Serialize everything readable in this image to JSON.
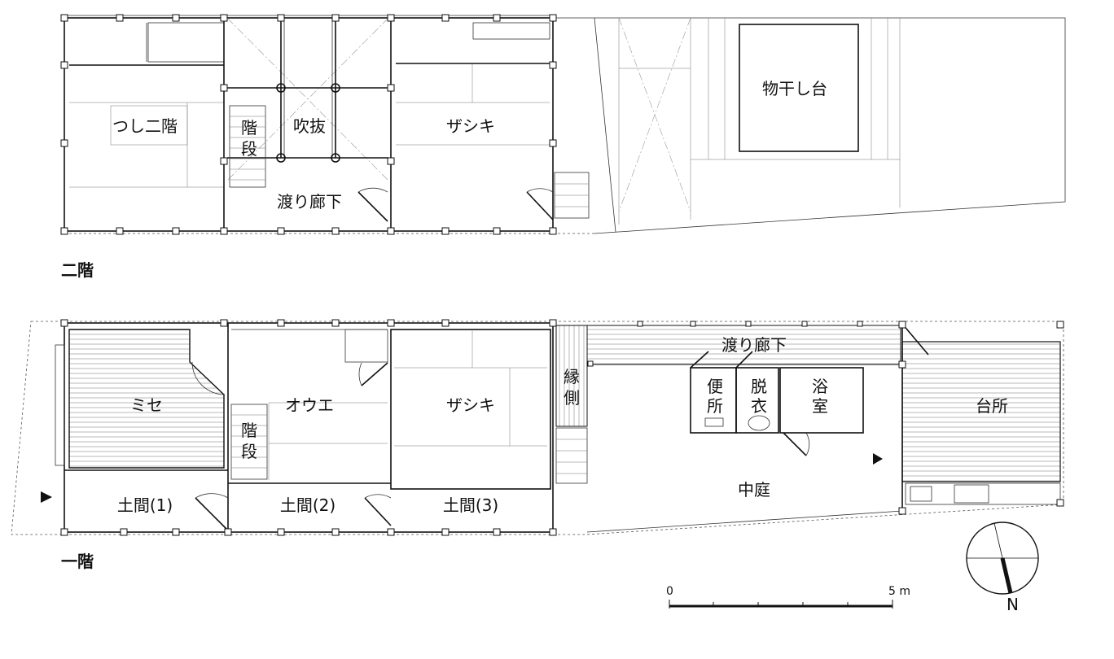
{
  "sections": {
    "upper_floor": "二階",
    "ground_floor": "一階"
  },
  "upper_rooms": {
    "tsushi_nikai": "つし二階",
    "stairs_line1": "階",
    "stairs_line2": "段",
    "fukinuke": "吹抜",
    "zashiki": "ザシキ",
    "corridor": "渡り廊下",
    "drying_deck": "物干し台"
  },
  "ground_rooms": {
    "mise": "ミセ",
    "oue": "オウエ",
    "zashiki": "ザシキ",
    "engawa_line1": "縁",
    "engawa_line2": "側",
    "stairs_line1": "階",
    "stairs_line2": "段",
    "doma1": "土間(1)",
    "doma2": "土間(2)",
    "doma3": "土間(3)",
    "corridor": "渡り廊下",
    "toilet_line1": "便",
    "toilet_line2": "所",
    "dressing_line1": "脱",
    "dressing_line2": "衣",
    "bath_line1": "浴",
    "bath_line2": "室",
    "courtyard": "中庭",
    "kitchen": "台所"
  },
  "scale_bar": {
    "start_label": "0",
    "end_label": "5 m"
  },
  "compass": {
    "north_label": "N"
  }
}
